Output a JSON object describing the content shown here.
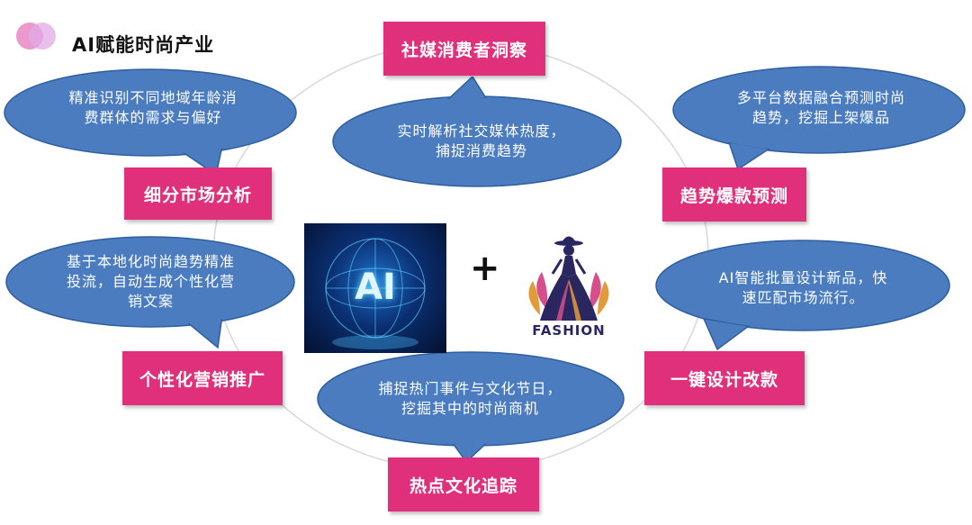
{
  "title": "AI赋能时尚产业",
  "colors": {
    "box": "#e0307c",
    "bubble": "#4a7cbf",
    "bubble_edge": "#2f5f9e",
    "ring": "#d8d8d8"
  },
  "boxes": {
    "top": "社媒消费者洞察",
    "left_upper": "细分市场分析",
    "right_upper": "趋势爆款预测",
    "left_lower": "个性化营销推广",
    "right_lower": "一键设计改款",
    "bottom": "热点文化追踪"
  },
  "bubbles": {
    "top_left": [
      "精准识别不同地域年龄消",
      "费群体的需求与偏好"
    ],
    "top_center": [
      "实时解析社交媒体热度，",
      "捕捉消费趋势"
    ],
    "top_right": [
      "多平台数据融合预测时尚",
      "趋势，挖掘上架爆品"
    ],
    "middle_left": [
      "基于本地化时尚趋势精准",
      "投流，自动生成个性化营",
      "销文案"
    ],
    "middle_right": [
      "AI智能批量设计新品，快",
      "速匹配市场流行。"
    ],
    "bottom_center": [
      "捕捉热门事件与文化节日，",
      "挖掘其中的时尚商机"
    ]
  },
  "center": {
    "ai_label": "AI",
    "plus": "+",
    "fashion_label": "FASHION"
  },
  "icons": [
    "globe-ai-icon",
    "fashion-woman-logo-icon",
    "pink-circles-logo-icon"
  ]
}
